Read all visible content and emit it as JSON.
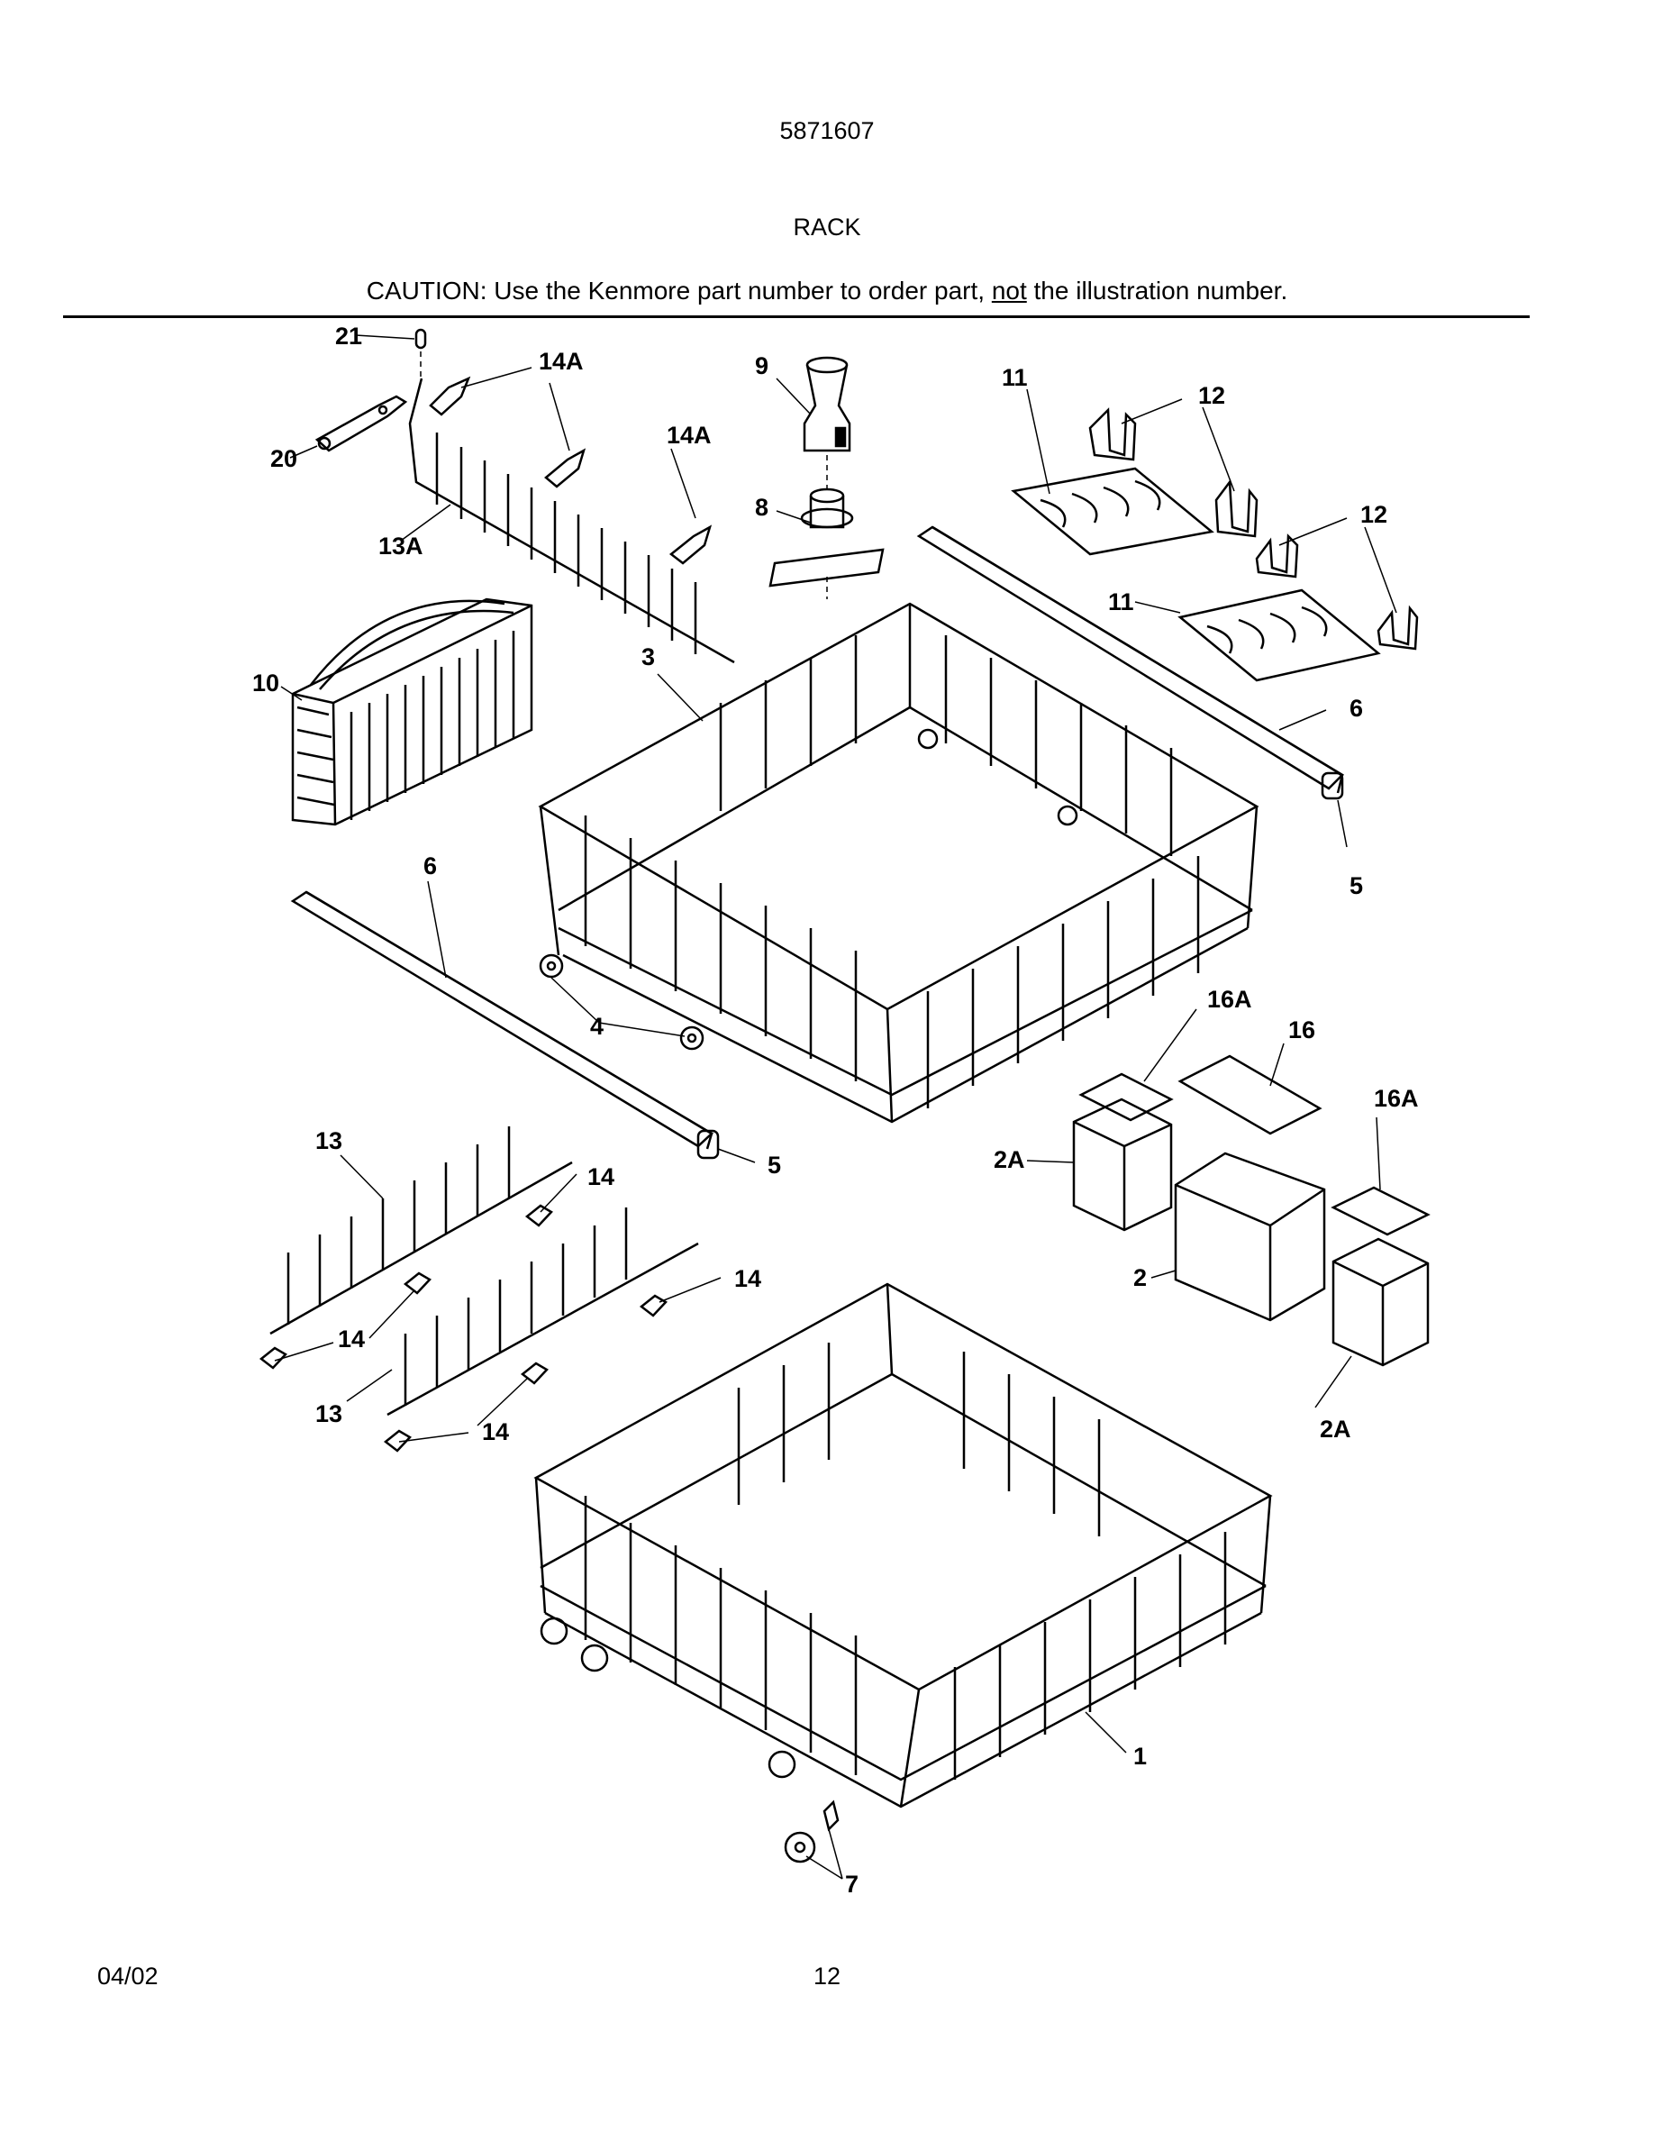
{
  "header": {
    "model_number": "5871607",
    "section_title": "RACK",
    "caution_prefix": "CAUTION: Use the Kenmore part number to order part, ",
    "caution_emphasis": "not",
    "caution_suffix": " the illustration number."
  },
  "callouts": [
    {
      "id": "c21",
      "label": "21"
    },
    {
      "id": "c20",
      "label": "20"
    },
    {
      "id": "c14A_a",
      "label": "14A"
    },
    {
      "id": "c14A_b",
      "label": "14A"
    },
    {
      "id": "c13A",
      "label": "13A"
    },
    {
      "id": "c9",
      "label": "9"
    },
    {
      "id": "c8",
      "label": "8"
    },
    {
      "id": "c11_a",
      "label": "11"
    },
    {
      "id": "c11_b",
      "label": "11"
    },
    {
      "id": "c12_a",
      "label": "12"
    },
    {
      "id": "c12_b",
      "label": "12"
    },
    {
      "id": "c10",
      "label": "10"
    },
    {
      "id": "c3",
      "label": "3"
    },
    {
      "id": "c6_a",
      "label": "6"
    },
    {
      "id": "c6_b",
      "label": "6"
    },
    {
      "id": "c5_a",
      "label": "5"
    },
    {
      "id": "c5_b",
      "label": "5"
    },
    {
      "id": "c4",
      "label": "4"
    },
    {
      "id": "c16A_a",
      "label": "16A"
    },
    {
      "id": "c16",
      "label": "16"
    },
    {
      "id": "c16A_b",
      "label": "16A"
    },
    {
      "id": "c2A_a",
      "label": "2A"
    },
    {
      "id": "c2",
      "label": "2"
    },
    {
      "id": "c2A_b",
      "label": "2A"
    },
    {
      "id": "c13_a",
      "label": "13"
    },
    {
      "id": "c13_b",
      "label": "13"
    },
    {
      "id": "c14_a",
      "label": "14"
    },
    {
      "id": "c14_b",
      "label": "14"
    },
    {
      "id": "c14_c",
      "label": "14"
    },
    {
      "id": "c14_d",
      "label": "14"
    },
    {
      "id": "c1",
      "label": "1"
    },
    {
      "id": "c7",
      "label": "7"
    }
  ],
  "footer": {
    "date": "04/02",
    "page_number": "12"
  }
}
